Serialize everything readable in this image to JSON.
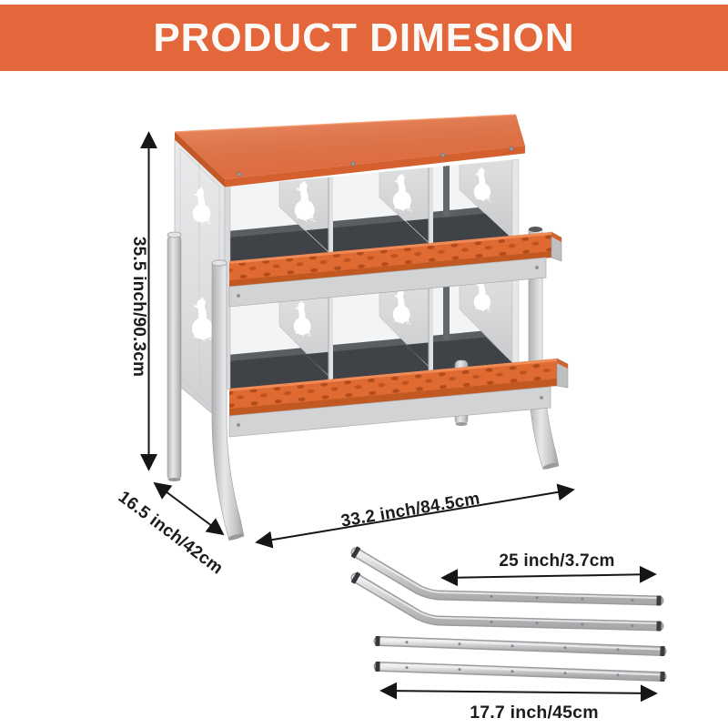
{
  "header": {
    "title": "PRODUCT DIMESION"
  },
  "product": {
    "name": "2-tier chicken nesting box",
    "tiers": 2,
    "nest_compartments": 6,
    "accessory_rails": 4
  },
  "dimension_labels": {
    "height": "35.5 inch/90.3cm",
    "depth": "16.5 inch/42cm",
    "width": "33.2 inch/84.5cm",
    "rail_top": "25 inch/3.7cm",
    "rail_bottom": "17.7 inch/45cm"
  },
  "colors": {
    "banner_orange": "#E4663B",
    "roof_orange": "#ED7443",
    "tray_orange": "#DF6B32",
    "panel_gray": "#DCDDDF",
    "interior_dark": "#3F4347",
    "metal_silver": "#CDCFD1",
    "text_dark": "#1C1C1C"
  }
}
